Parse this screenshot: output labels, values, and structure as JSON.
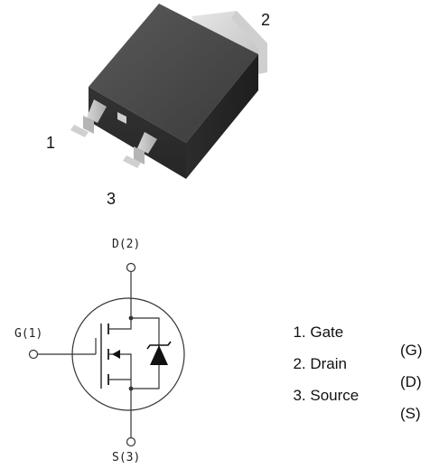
{
  "package": {
    "pin_labels": [
      "1",
      "2",
      "3"
    ]
  },
  "schematic": {
    "drain_label": "D(2)",
    "gate_label": "G(1)",
    "source_label": "S(3)"
  },
  "legend": [
    {
      "text": "1. Gate",
      "symbol": "(G)"
    },
    {
      "text": "2. Drain",
      "symbol": "(D)"
    },
    {
      "text": "3. Source",
      "symbol": "(S)"
    }
  ]
}
